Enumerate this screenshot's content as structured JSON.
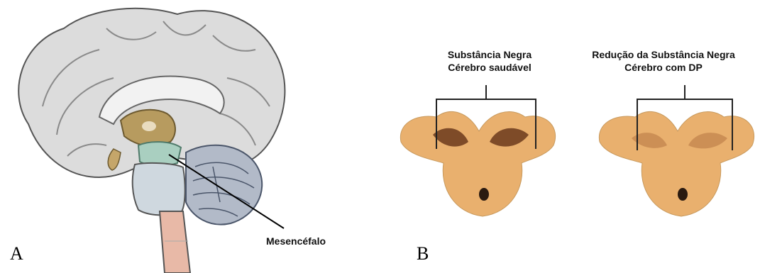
{
  "panel_a": {
    "letter": "A",
    "structure_label": "Mesencéfalo"
  },
  "panel_b": {
    "letter": "B",
    "healthy": {
      "line1": "Substância Negra",
      "line2": "Cérebro saudável"
    },
    "parkinson": {
      "line1": "Redução da Substância Negra",
      "line2": "Cérebro com DP"
    }
  },
  "colors": {
    "cortex": "#d9d9d9",
    "midbrain": "#a9cfc0",
    "diencephalon": "#b79b5f",
    "cerebellum": "#7e8ca3",
    "tissue": "#e9b06e",
    "substantia_nigra": "#6b3a1c"
  }
}
